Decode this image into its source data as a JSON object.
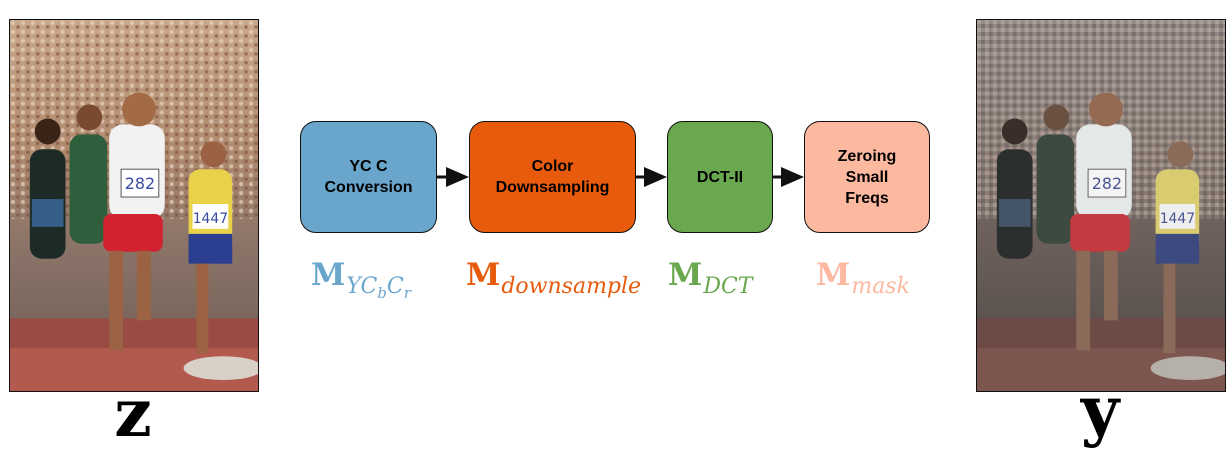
{
  "colors": {
    "ycbcr_fill": "#6aa6cc",
    "downsample_fill": "#e85b0c",
    "dct_fill": "#6aa84f",
    "mask_fill": "#fdb8a0",
    "arrow": "#111111"
  },
  "input": {
    "image": "runners-photo-color",
    "label": "z"
  },
  "output": {
    "image": "runners-photo-compressed",
    "label": "y"
  },
  "stages": [
    {
      "lines": [
        "YC C",
        "Conversion"
      ],
      "operator": {
        "symbol": "M",
        "subscript": "YC",
        "subsub1": "b",
        "subsub2": "C",
        "subsub3": "r"
      }
    },
    {
      "lines": [
        "Color",
        "Downsampling"
      ],
      "operator": {
        "symbol": "M",
        "subscript": "downsample"
      }
    },
    {
      "lines": [
        "DCT-II"
      ],
      "operator": {
        "symbol": "M",
        "subscript": "DCT"
      }
    },
    {
      "lines": [
        "Zeroing",
        "Small",
        "Freqs"
      ],
      "operator": {
        "symbol": "M",
        "subscript": "mask"
      }
    }
  ]
}
